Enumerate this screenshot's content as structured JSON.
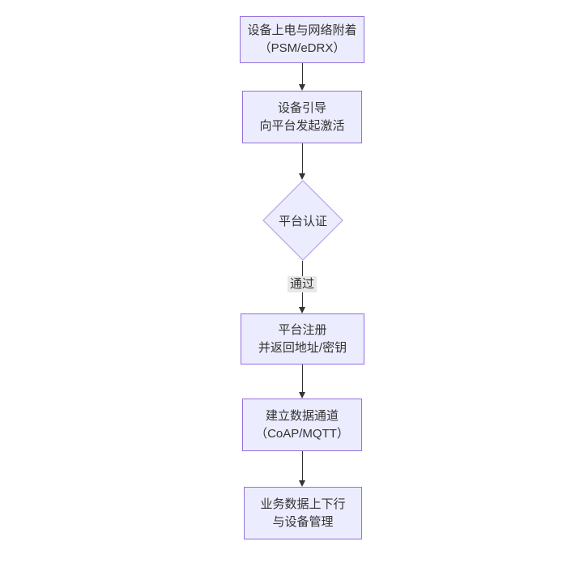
{
  "flowchart": {
    "nodes": [
      {
        "id": "n1",
        "shape": "rect",
        "lines": [
          "设备上电与网络附着",
          "（PSM/eDRX）"
        ]
      },
      {
        "id": "n2",
        "shape": "rect",
        "lines": [
          "设备引导",
          "向平台发起激活"
        ]
      },
      {
        "id": "n3",
        "shape": "diamond",
        "lines": [
          "平台认证"
        ]
      },
      {
        "id": "n4",
        "shape": "rect",
        "lines": [
          "平台注册",
          "并返回地址/密钥"
        ]
      },
      {
        "id": "n5",
        "shape": "rect",
        "lines": [
          "建立数据通道",
          "（CoAP/MQTT）"
        ]
      },
      {
        "id": "n6",
        "shape": "rect",
        "lines": [
          "业务数据上下行",
          "与设备管理"
        ]
      }
    ],
    "edges": [
      {
        "from": "n1",
        "to": "n2",
        "label": ""
      },
      {
        "from": "n2",
        "to": "n3",
        "label": ""
      },
      {
        "from": "n3",
        "to": "n4",
        "label": "通过"
      },
      {
        "from": "n4",
        "to": "n5",
        "label": ""
      },
      {
        "from": "n5",
        "to": "n6",
        "label": ""
      }
    ],
    "colors": {
      "node_fill": "#ECECFF",
      "node_border": "#9370DB",
      "diamond_border": "#b3a7e0",
      "arrow": "#333333",
      "edge_label_bg": "#e8e8e8",
      "text": "#333333",
      "background": "#ffffff"
    }
  }
}
